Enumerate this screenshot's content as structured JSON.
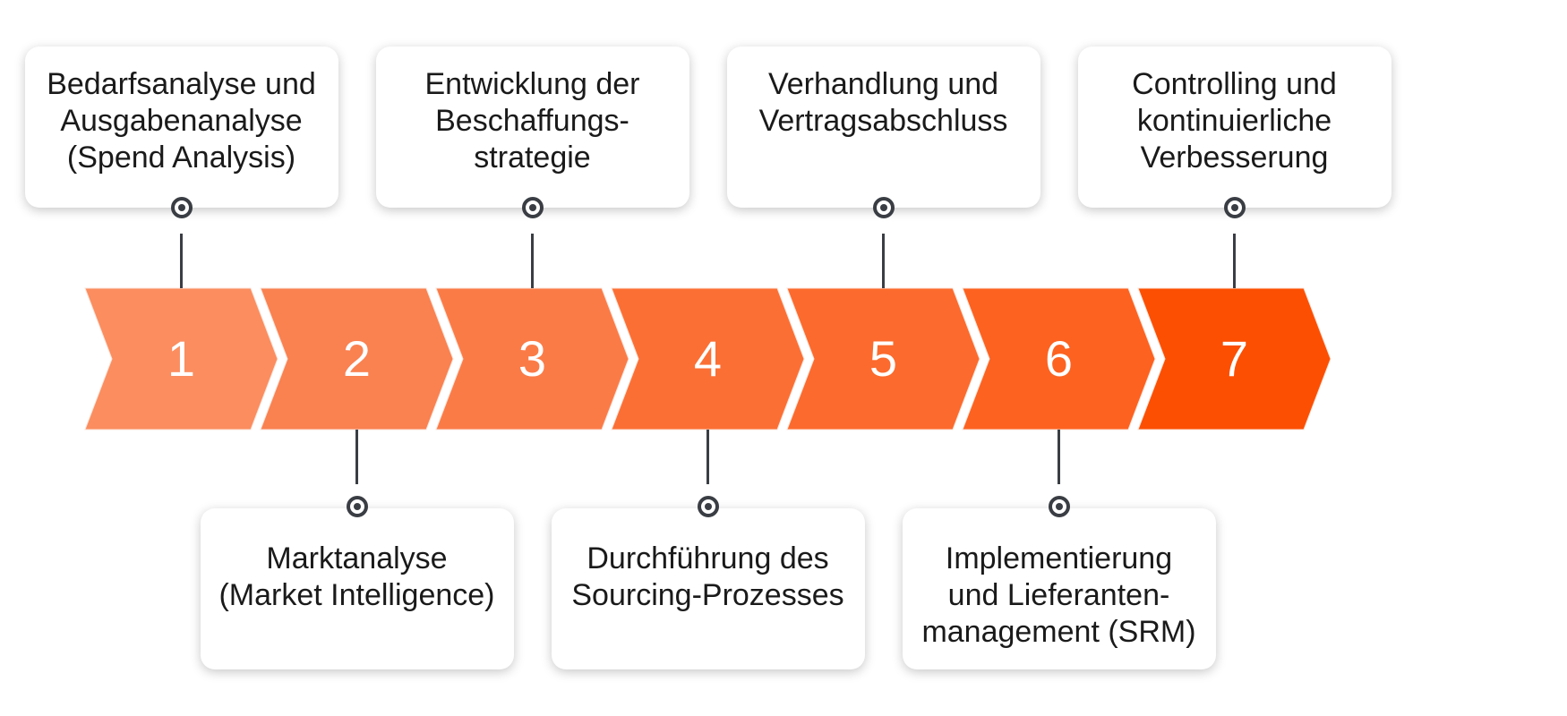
{
  "colors": {
    "chevrons": [
      "#fb8d5f",
      "#fa8150",
      "#fb7b47",
      "#fc6f34",
      "#fc6a2d",
      "#fd6220",
      "#fc4f02"
    ],
    "connector": "#3a3e44",
    "card_bg": "#ffffff",
    "text": "#1a1a1a",
    "number_text": "#ffffff"
  },
  "steps": [
    {
      "number": "1",
      "label": "Bedarfsanalyse und\nAusgabenanalyse\n(Spend Analysis)",
      "position": "top"
    },
    {
      "number": "2",
      "label": "Marktanalyse\n(Market Intelligence)",
      "position": "bottom"
    },
    {
      "number": "3",
      "label": "Entwicklung der\nBeschaffungs-\nstrategie",
      "position": "top"
    },
    {
      "number": "4",
      "label": "Durchführung des\nSourcing-Prozesses",
      "position": "bottom"
    },
    {
      "number": "5",
      "label": "Verhandlung und\nVertragsabschluss",
      "position": "top"
    },
    {
      "number": "6",
      "label": "Implementierung\nund Lieferanten-\nmanagement (SRM)",
      "position": "bottom"
    },
    {
      "number": "7",
      "label": "Controlling und\nkontinuierliche\nVerbesserung",
      "position": "top"
    }
  ]
}
